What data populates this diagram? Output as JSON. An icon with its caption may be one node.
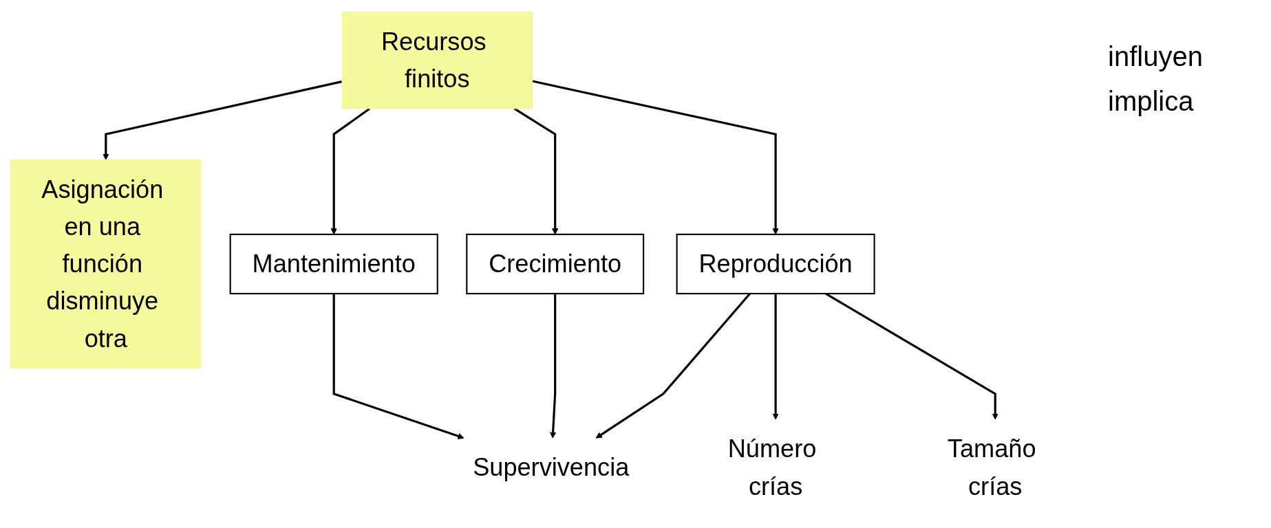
{
  "diagram": {
    "nodes": [
      {
        "text": [
          "Recursos finitos"
        ]
      },
      {
        "text": [
          "Asignación en una función disminuye otra"
        ]
      },
      {
        "text": [
          "Mantenimiento"
        ]
      },
      {
        "text": [
          "Crecimiento"
        ]
      },
      {
        "text": [
          "Reproducción"
        ]
      },
      {
        "text": [
          "Supervivencia"
        ]
      },
      {
        "text": [
          "Número crías"
        ]
      },
      {
        "text": [
          "Tamaño crías"
        ]
      }
    ],
    "edges": [
      {
        "from": 0,
        "to": 1,
        "arrow": "to"
      },
      {
        "from": 0,
        "to": 2,
        "arrow": "to"
      },
      {
        "from": 0,
        "to": 3,
        "arrow": "to"
      },
      {
        "from": 0,
        "to": 4,
        "arrow": "to"
      },
      {
        "from": 2,
        "to": 5,
        "arrow": "to"
      },
      {
        "from": 3,
        "to": 5,
        "arrow": "to"
      },
      {
        "from": 4,
        "to": 5,
        "arrow": "to"
      },
      {
        "from": 4,
        "to": 6,
        "arrow": "to"
      },
      {
        "from": 4,
        "to": 7,
        "arrow": "to"
      }
    ],
    "labels": [
      "influyen",
      "implica"
    ]
  }
}
